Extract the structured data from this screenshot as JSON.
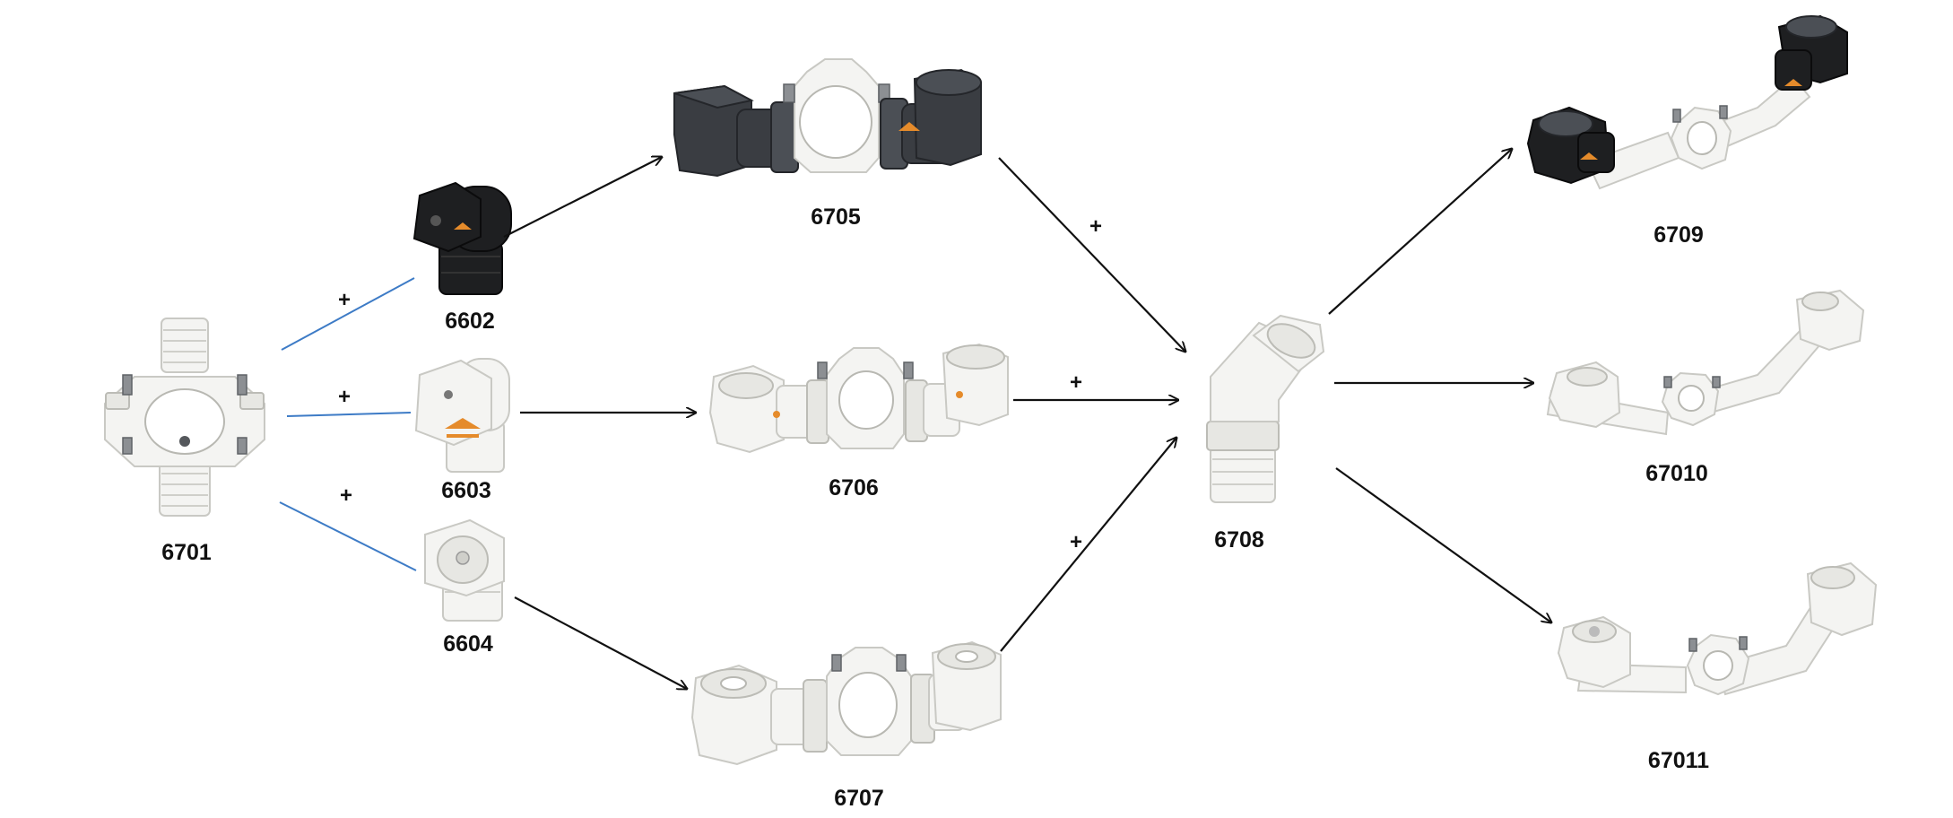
{
  "products": [
    {
      "key": "p6701",
      "code": "6701"
    },
    {
      "key": "p6602",
      "code": "6602"
    },
    {
      "key": "p6603",
      "code": "6603"
    },
    {
      "key": "p6604",
      "code": "6604"
    },
    {
      "key": "p6705",
      "code": "6705"
    },
    {
      "key": "p6706",
      "code": "6706"
    },
    {
      "key": "p6707",
      "code": "6707"
    },
    {
      "key": "p6708",
      "code": "6708"
    },
    {
      "key": "p6709",
      "code": "6709"
    },
    {
      "key": "p67010",
      "code": "67010"
    },
    {
      "key": "p67011",
      "code": "67011"
    }
  ],
  "operators": {
    "plus_a": "+",
    "plus_b": "+",
    "plus_c": "+",
    "plus_d": "+",
    "plus_e": "+",
    "plus_f": "+"
  },
  "colors": {
    "connector_line": "#3d7bc6",
    "arrow": "#111111",
    "part_white": "#f4f4f2",
    "part_dark_grey": "#3a3d42",
    "part_black": "#1e1f21",
    "logo_orange": "#e58b2b"
  },
  "icons": {
    "part_6701": "pipe-clamp-icon",
    "part_6602": "black-nozzle-elbow-icon",
    "part_6603": "white-nozzle-elbow-icon",
    "part_6604": "white-nozzle-tip-icon",
    "part_6705": "dark-double-nozzle-clamp-icon",
    "part_6706": "white-double-nozzle-clamp-icon",
    "part_6707": "white-double-nozzle-clamp-icon",
    "part_6708": "elbow-adapter-icon",
    "part_6709": "dark-nozzle-assembly-icon",
    "part_67010": "white-nozzle-assembly-icon",
    "part_67011": "white-nozzle-assembly-icon"
  }
}
